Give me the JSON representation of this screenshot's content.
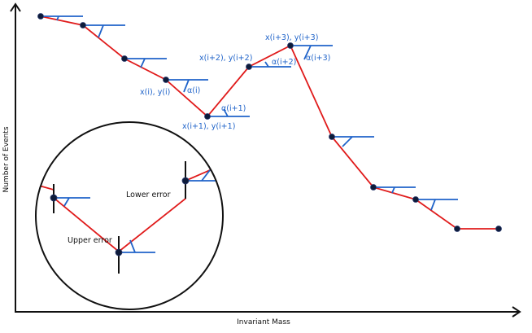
{
  "axes": {
    "xlabel": "Invariant Mass",
    "ylabel": "Number of Events"
  },
  "annotations": {
    "p_i": "x(i), y(i)",
    "alpha_i": "α(i)",
    "p_i1": "x(i+1), y(i+1)",
    "alpha_i1": "α(i+1)",
    "p_i2": "x(i+2), y(i+2)",
    "alpha_i2": "α(i+2)",
    "p_i3": "x(i+3), y(i+3)",
    "alpha_i3": "α(i+3)"
  },
  "inset": {
    "lower_error": "Lower error",
    "upper_error": "Upper error"
  },
  "colors": {
    "curve": "#e01b1b",
    "angle_marker": "#1f63c9",
    "point": "#0d1b3a",
    "axis": "#111111"
  }
}
